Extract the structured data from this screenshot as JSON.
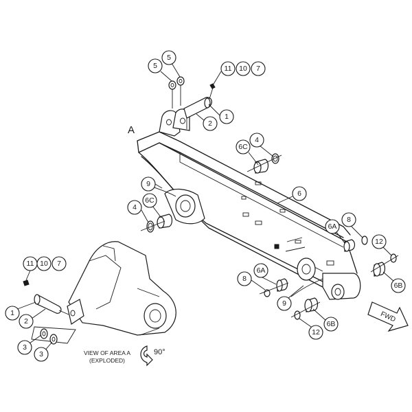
{
  "diagram": {
    "area_label": "A",
    "view_caption_line1": "VIEW OF AREA A",
    "view_caption_line2": "(EXPLODED)",
    "rotation_label": "90°",
    "fwd_label": "FWD",
    "callouts": {
      "c5a": "5",
      "c5b": "5",
      "c11a": "11",
      "c10a": "10",
      "c7a": "7",
      "c1a": "1",
      "c2a": "2",
      "c6c_top": "6C",
      "c4_top": "4",
      "c9_left": "9",
      "c6_arm": "6",
      "c4_left": "4",
      "c6c_left": "6C",
      "c6a_right": "6A",
      "c8_right": "8",
      "c12_right": "12",
      "c6b_right": "6B",
      "c6a_low": "6A",
      "c8_low": "8",
      "c9_low": "9",
      "c12_low": "12",
      "c6b_low": "6B",
      "c11b": "11",
      "c10b": "10",
      "c7b": "7",
      "c1b": "1",
      "c2b": "2",
      "c3a": "3",
      "c3b": "3"
    }
  },
  "colors": {
    "line": "#1a1a1a",
    "background": "#ffffff"
  }
}
